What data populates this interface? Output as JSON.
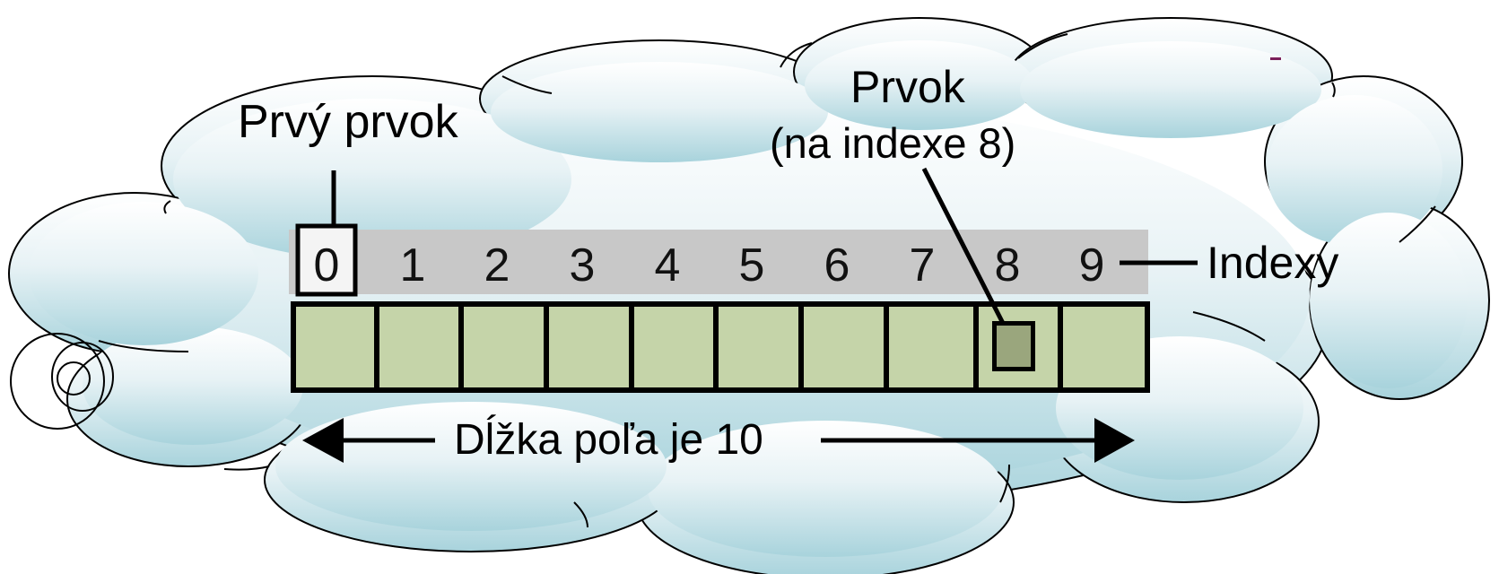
{
  "diagram": {
    "first_element_label": "Prvý prvok",
    "element_label": "Prvok",
    "element_sublabel": "(na indexe 8)",
    "indexes_label": "Indexy",
    "length_label": "Dĺžka poľa je 10",
    "indexes": [
      "0",
      "1",
      "2",
      "3",
      "4",
      "5",
      "6",
      "7",
      "8",
      "9"
    ],
    "array_length": 10,
    "highlighted_index": 8
  },
  "colors": {
    "cloud_fill_top": "#ffffff",
    "cloud_fill_bottom": "#a8d3dc",
    "index_band": "#c8c8c8",
    "cell_fill": "#c5d4a9",
    "marker_fill": "#9aa67d",
    "outline": "#000000"
  }
}
